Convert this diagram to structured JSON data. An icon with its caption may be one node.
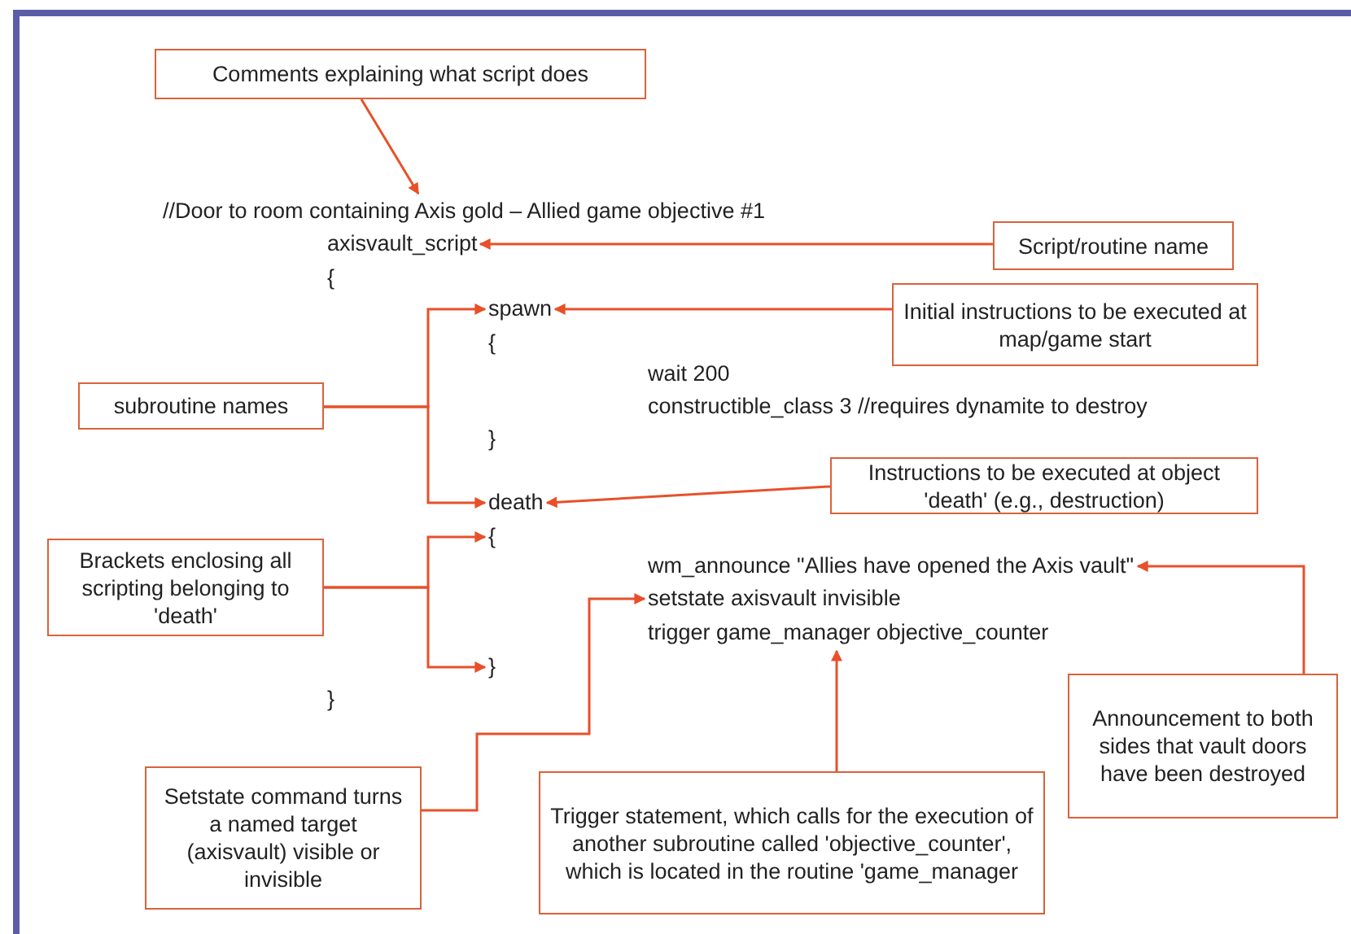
{
  "diagram": {
    "nodes": [
      {
        "text": [
          "Comments explaining what script does"
        ]
      },
      {
        "text": [
          "//Door to room containing Axis gold – Allied game objective #1"
        ]
      },
      {
        "text": [
          "axisvault_script"
        ]
      },
      {
        "text": [
          "Script/routine name"
        ]
      },
      {
        "text": [
          "spawn"
        ]
      },
      {
        "text": [
          "Initial instructions to be executed at map/game start"
        ]
      },
      {
        "text": [
          "subroutine names"
        ]
      },
      {
        "text": [
          "death"
        ]
      },
      {
        "text": [
          "Instructions to be executed at object 'death' (e.g., destruction)"
        ]
      },
      {
        "text": [
          "{"
        ]
      },
      {
        "text": [
          "Brackets enclosing all scripting belonging to 'death'"
        ]
      },
      {
        "text": [
          "wm_announce \"Allies have opened the Axis vault\""
        ]
      },
      {
        "text": [
          "setstate axisvault invisible"
        ]
      },
      {
        "text": [
          "trigger game_manager objective_counter"
        ]
      },
      {
        "text": [
          "}"
        ]
      },
      {
        "text": [
          "Setstate command turns a named target (axisvault) visible or invisible"
        ]
      },
      {
        "text": [
          "Trigger statement, which calls for the execution of another subroutine called 'objective_counter', which is located in the routine 'game_manager"
        ]
      },
      {
        "text": [
          "Announcement to both sides that vault doors have been destroyed"
        ]
      }
    ],
    "edges": [
      {
        "from": 0,
        "to": 1,
        "arrow": "to"
      },
      {
        "from": 3,
        "to": 2,
        "arrow": "to"
      },
      {
        "from": 5,
        "to": 4,
        "arrow": "to"
      },
      {
        "from": 6,
        "to": 4,
        "arrow": "to"
      },
      {
        "from": 6,
        "to": 7,
        "arrow": "to"
      },
      {
        "from": 8,
        "to": 7,
        "arrow": "to"
      },
      {
        "from": 10,
        "to": 9,
        "arrow": "to"
      },
      {
        "from": 10,
        "to": 14,
        "arrow": "to"
      },
      {
        "from": 15,
        "to": 12,
        "arrow": "to"
      },
      {
        "from": 16,
        "to": 13,
        "arrow": "to"
      },
      {
        "from": 17,
        "to": 11,
        "arrow": "to"
      }
    ],
    "labels": [
      "{",
      "{",
      "wait 200",
      "constructible_class 3 //requires dynamite to destroy",
      "}",
      "}"
    ]
  }
}
